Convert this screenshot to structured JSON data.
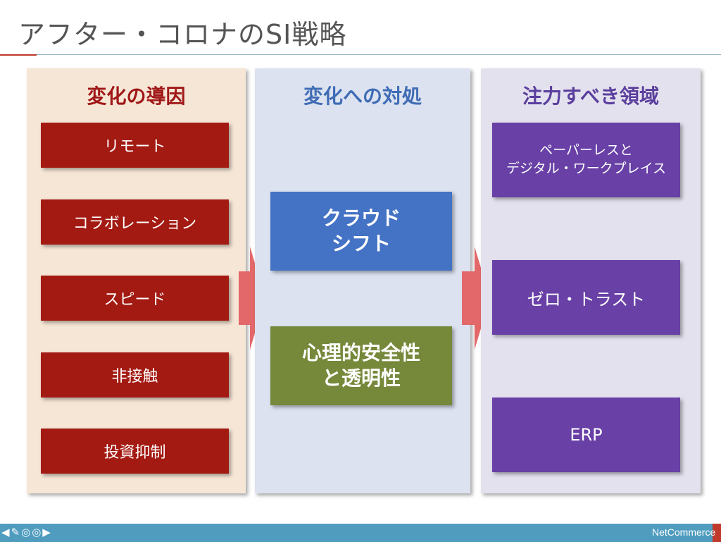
{
  "title": "アフター・コロナのSI戦略",
  "columns": {
    "causes": {
      "heading": "変化の導因",
      "items": [
        "リモート",
        "コラボレーション",
        "スピード",
        "非接触",
        "投資抑制"
      ]
    },
    "responses": {
      "heading": "変化への対処",
      "items": [
        "クラウド\nシフト",
        "心理的安全性\nと透明性"
      ]
    },
    "focus": {
      "heading": "注力すべき領域",
      "items": [
        "ペーパーレスと\nデジタル・ワークプレイス",
        "ゼロ・トラスト",
        "ERP"
      ]
    }
  },
  "footer": {
    "nav_icons": "◀✎◎◎▶",
    "brand": "NetCommerce"
  },
  "colors": {
    "cause_box": "#a31a12",
    "cloud_box": "#4472c4",
    "safety_box": "#76883a",
    "focus_box": "#6840a6",
    "arrow": "#e3686a",
    "footer": "#4f9cbf"
  }
}
